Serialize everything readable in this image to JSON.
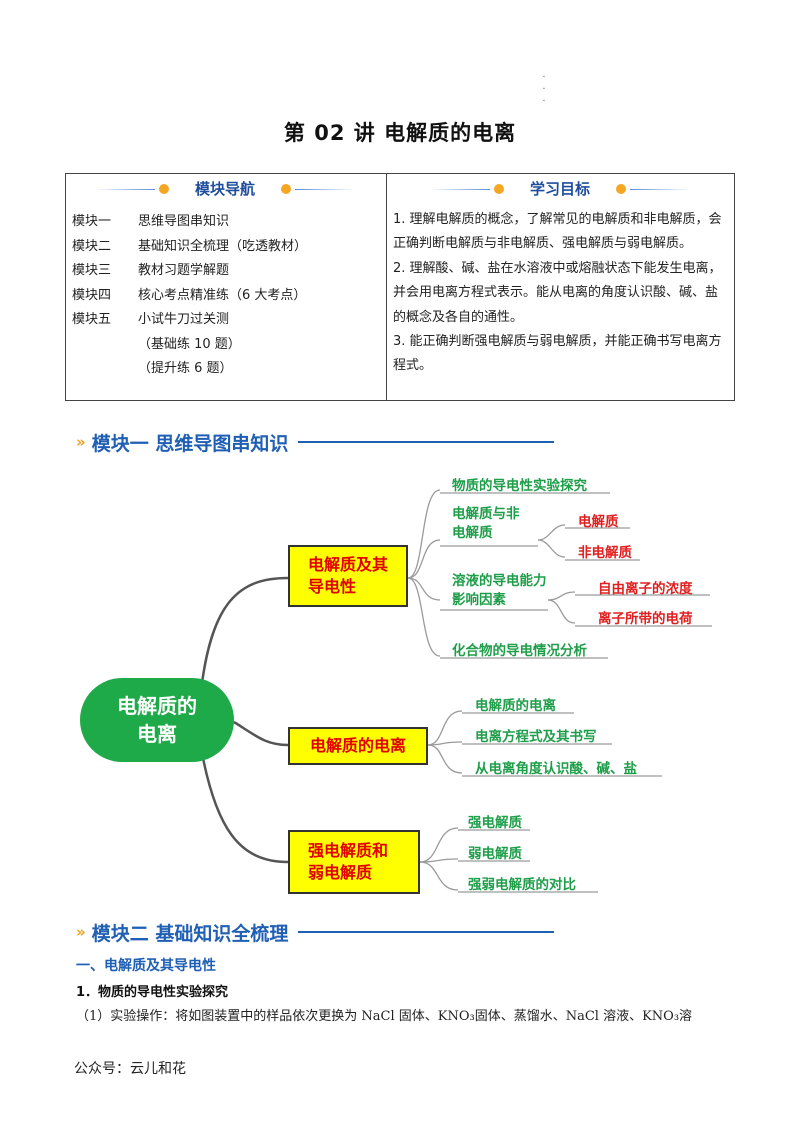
{
  "title": "第 02 讲    电解质的电离",
  "nav": {
    "heading": "模块导航",
    "items": [
      {
        "key": "模块一",
        "value": "思维导图串知识"
      },
      {
        "key": "模块二",
        "value": "基础知识全梳理（吃透教材）"
      },
      {
        "key": "模块三",
        "value": "教材习题学解题"
      },
      {
        "key": "模块四",
        "value": "核心考点精准练（6 大考点）"
      },
      {
        "key": "模块五",
        "value": "小试牛刀过关测"
      },
      {
        "key": "",
        "value": "（基础练 10 题）"
      },
      {
        "key": "",
        "value": "（提升练 6 题）"
      }
    ]
  },
  "goals": {
    "heading": "学习目标",
    "items": [
      "1. 理解电解质的概念，了解常见的电解质和非电解质，会正确判断电解质与非电解质、强电解质与弱电解质。",
      "2. 理解酸、碱、盐在水溶液中或熔融状态下能发生电离，并会用电离方程式表示。能从电离的角度认识酸、碱、盐的概念及各自的通性。",
      "3. 能正确判断强电解质与弱电解质，并能正确书写电离方程式。"
    ]
  },
  "module1": {
    "heading": "模块一  思维导图串知识"
  },
  "mindmap": {
    "center": "电解质的电离",
    "branches": [
      {
        "label": "电解质及其导电性",
        "children": [
          {
            "label": "物质的导电性实验探究"
          },
          {
            "label": "电解质与非电解质",
            "children": [
              "电解质",
              "非电解质"
            ]
          },
          {
            "label": "溶液的导电能力影响因素",
            "children": [
              "自由离子的浓度",
              "离子所带的电荷"
            ]
          },
          {
            "label": "化合物的导电情况分析"
          }
        ]
      },
      {
        "label": "电解质的电离",
        "children": [
          {
            "label": "电解质的电离"
          },
          {
            "label": "电离方程式及其书写"
          },
          {
            "label": "从电离角度认识酸、碱、盐"
          }
        ]
      },
      {
        "label": "强电解质和弱电解质",
        "children": [
          {
            "label": "强电解质"
          },
          {
            "label": "弱电解质"
          },
          {
            "label": "强弱电解质的对比"
          }
        ]
      }
    ]
  },
  "module2": {
    "heading": "模块二  基础知识全梳理"
  },
  "section1": "一、电解质及其导电性",
  "sub1": "1．物质的导电性实验探究",
  "para1": "（1）实验操作：将如图装置中的样品依次更换为 NaCl 固体、KNO₃固体、蒸馏水、NaCl 溶液、KNO₃溶",
  "footer": "公众号：云儿和花",
  "colors": {
    "accent_blue": "#1f5fb4",
    "green": "#1faa4a",
    "red": "#e02020",
    "yellow": "#ffff00",
    "orange": "#f0a020"
  }
}
